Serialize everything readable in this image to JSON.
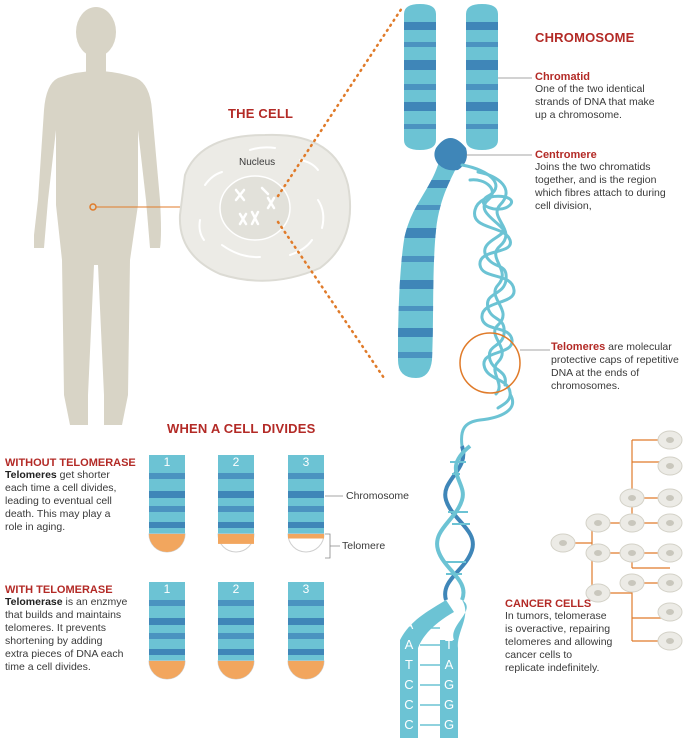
{
  "sections": {
    "cell_title": "THE CELL",
    "nucleus_label": "Nucleus",
    "chromosome_title": "CHROMOSOME",
    "divides_title": "WHEN A CELL DIVIDES"
  },
  "chromatid": {
    "term": "Chromatid",
    "desc_lines": [
      "One of the two identical",
      "strands of DNA that make",
      "up a chromosome."
    ]
  },
  "centromere": {
    "term": "Centromere",
    "desc_lines": [
      "Joins the two chromatids",
      "together, and is the region",
      "which fibres attach to during",
      "cell division,"
    ]
  },
  "telomeres_note": {
    "term": "Telomeres",
    "line1_rest": " are molecular",
    "lines": [
      "protective caps of repetitive",
      "DNA at the ends of",
      "chromosomes."
    ]
  },
  "without_telomerase": {
    "title": "WITHOUT TELOMERASE",
    "term": "Telomeres",
    "line1_rest": " get shorter",
    "lines": [
      "each time a cell divides,",
      "leading to eventual cell",
      "death. This may play a",
      "role in aging."
    ]
  },
  "with_telomerase": {
    "title": "WITH TELOMERASE",
    "term": "Telomerase",
    "line1_rest": " is an enzmye",
    "lines": [
      "that builds and maintains",
      "telomeres. It prevents",
      "shortening by adding",
      "extra pieces of DNA each",
      "time a cell divides."
    ]
  },
  "strip_numbers": [
    "1",
    "2",
    "3"
  ],
  "strip_labels": {
    "chromosome": "Chromosome",
    "telomere": "Telomere"
  },
  "cancer": {
    "title": "CANCER CELLS",
    "lines": [
      "In tumors, telomerase",
      "is overactive, repairing",
      "telomeres and allowing",
      "cancer cells to",
      "replicate indefinitely."
    ]
  },
  "dna_bases": {
    "left": [
      "A",
      "A",
      "T",
      "C",
      "C",
      "C"
    ],
    "right": [
      "T",
      "T",
      "A",
      "G",
      "G",
      "G"
    ]
  },
  "colors": {
    "accent_red": "#b32a26",
    "orange": "#e07b2a",
    "telomere_orange": "#f2a65e",
    "chromosome_light": "#6cc3d4",
    "chromosome_dark": "#3f86b8",
    "body_beige": "#d8d4c6",
    "cell_gray": "#ecebe6"
  }
}
